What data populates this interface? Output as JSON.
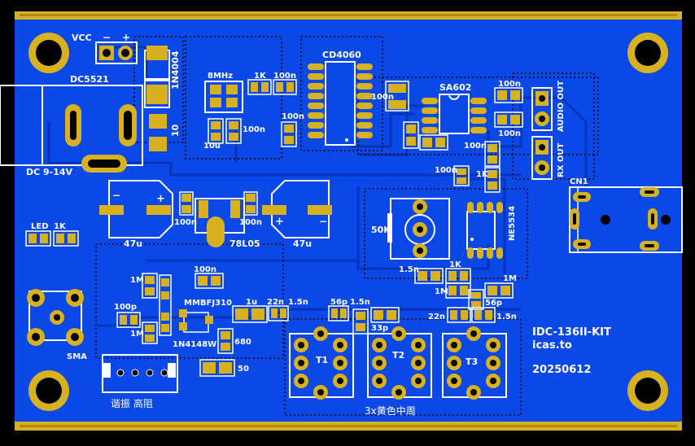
{
  "colors": {
    "background": "#000000",
    "board_blue": "#0a48e8",
    "trace_blue": "#0736c0",
    "copper_gold": "#d7b11f",
    "silkscreen": "#ffffff",
    "edge_stripe": "#d7b11f"
  },
  "power": {
    "vcc_label": "VCC",
    "minus": "−",
    "plus": "+",
    "jack_label": "DC5521",
    "input_range": "DC 9-14V",
    "diode": "1N4004",
    "resistor": "10"
  },
  "caps_main": {
    "left": "47u",
    "right": "47u",
    "reg": "78L05",
    "c_left": "100n",
    "c_right": "100n",
    "minus": "−",
    "plus": "+"
  },
  "osc": {
    "crystal": "8MHz",
    "r1k": "1K",
    "c100n_a": "100n",
    "c10u": "10u",
    "c100n_b": "100n",
    "c100n_c": "100n"
  },
  "ic": {
    "divider": "CD4060",
    "mixer": "SA602",
    "opamp": "NE5534",
    "fet": "MMBFJ310",
    "diode": "1N4148W"
  },
  "mixer_parts": {
    "c100n_left": "100n",
    "c100n_r1": "100n",
    "c100n_r2": "100n",
    "c100n_r3": "100n",
    "c100n_mid": "100n",
    "r1k": "1K"
  },
  "connectors": {
    "audio_out": "AUDIO OUT",
    "rx_out": "RX OUT",
    "cn1": "CN1",
    "sma": "SMA"
  },
  "led": {
    "led": "LED",
    "r": "1K"
  },
  "frontend": {
    "r1m_a": "1M",
    "r1m_b": "1M",
    "c100p": "100p",
    "c100n": "100n",
    "c1u": "1u",
    "c22n": "22n",
    "c15n": "1.5n",
    "c56p": "56p",
    "c15n_b": "1.5n",
    "c33p": "33p",
    "c22n_b": "22n",
    "c56p_b": "56p",
    "c15n_c": "1.5n",
    "r680": "680",
    "r50": "50",
    "pot": "50K",
    "c15n_pot": "1.5n",
    "r1k_pot": "1K",
    "r1m_pot": "1M",
    "r1m_right": "1M"
  },
  "transformers": {
    "t1": "T1",
    "t2": "T2",
    "t3": "T3",
    "caption": "3x黄色中周"
  },
  "resonator": {
    "caption": "谐振  高阻"
  },
  "kit": {
    "name": "IDC-136II-KIT",
    "site": "icas.to",
    "date": "20250612"
  }
}
